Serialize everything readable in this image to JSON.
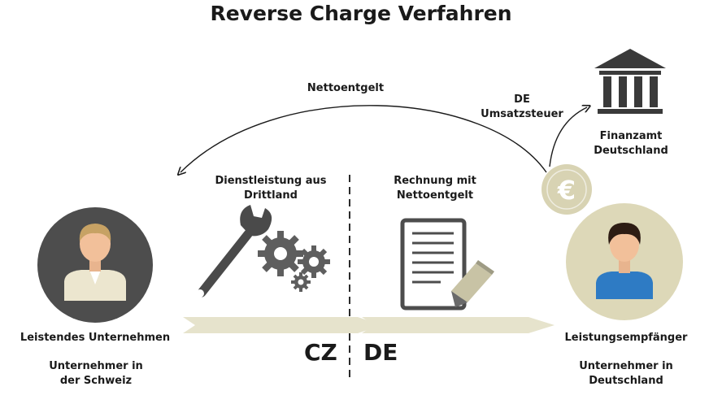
{
  "title": "Reverse Charge Verfahren",
  "labels": {
    "nettoentgelt": "Nettoentgelt",
    "de_umsatzsteuer_1": "DE",
    "de_umsatzsteuer_2": "Umsatzsteuer",
    "finanzamt_1": "Finanzamt",
    "finanzamt_2": "Deutschland",
    "dienstleistung_1": "Dienstleistung aus",
    "dienstleistung_2": "Drittland",
    "rechnung_1": "Rechnung mit",
    "rechnung_2": "Nettoentgelt",
    "leistendes": "Leistendes Unternehmen",
    "unternehmer_schweiz_1": "Unternehmer in",
    "unternehmer_schweiz_2": "der Schweiz",
    "empfaenger": "Leistungsempfänger",
    "unternehmer_de_1": "Unternehmer in",
    "unternehmer_de_2": "Deutschland",
    "cz": "CZ",
    "de": "DE",
    "euro": "€"
  },
  "colors": {
    "dark_circle": "#4d4d4d",
    "beige_circle": "#ddd8b8",
    "arrow_band": "#e6e3cc",
    "gray_icon": "#5b5b5b",
    "coin": "#d8d3b3",
    "text": "#1a1a1a"
  },
  "icons": [
    "bank-icon",
    "wrench-icon",
    "gears-icon",
    "document-icon",
    "pencil-icon",
    "euro-coin-icon",
    "person-icon"
  ]
}
